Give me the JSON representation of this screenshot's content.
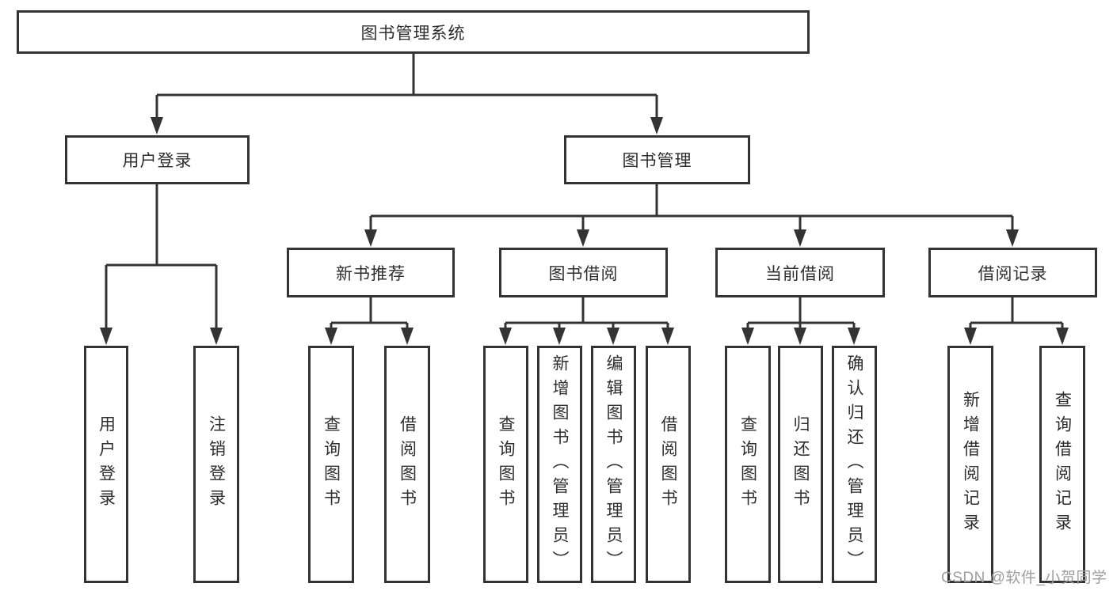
{
  "tree": {
    "root": "图书管理系统",
    "branches": [
      {
        "label": "用户登录",
        "leaves": [
          "用户登录",
          "注销登录"
        ]
      },
      {
        "label": "图书管理",
        "groups": [
          {
            "label": "新书推荐",
            "leaves": [
              "查询图书",
              "借阅图书"
            ]
          },
          {
            "label": "图书借阅",
            "leaves": [
              "查询图书",
              "新增图书（管理员）",
              "编辑图书（管理员）",
              "借阅图书"
            ]
          },
          {
            "label": "当前借阅",
            "leaves": [
              "查询图书",
              "归还图书",
              "确认归还（管理员）"
            ]
          },
          {
            "label": "借阅记录",
            "leaves": [
              "新增借阅记录",
              "查询借阅记录"
            ]
          }
        ]
      }
    ]
  },
  "watermark": "CSDN @软件_小贺同学",
  "colors": {
    "line": "#333333",
    "text": "#2e2e2e",
    "watermark_gray": "#9e9e9e",
    "background": "#ffffff"
  }
}
